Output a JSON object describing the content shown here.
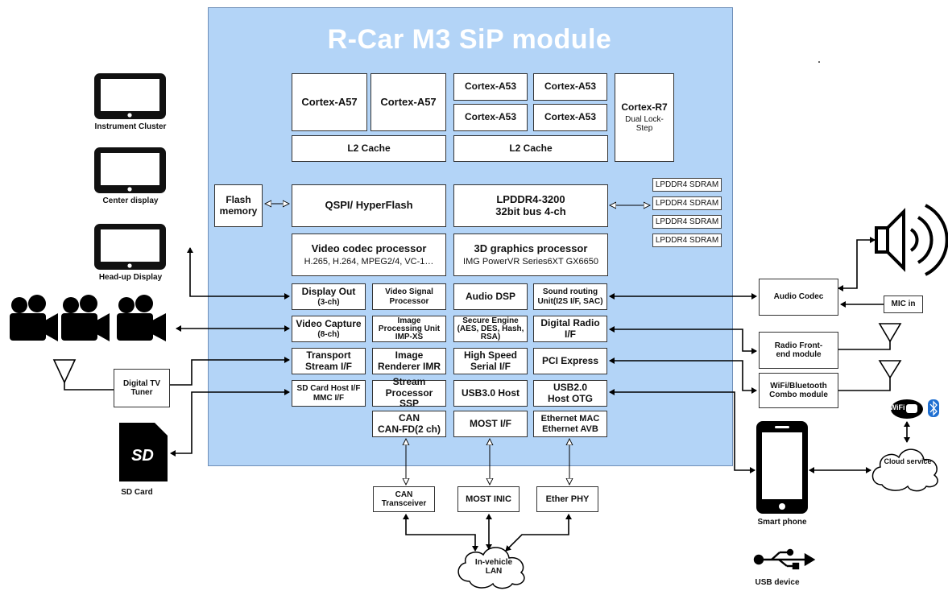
{
  "title": "R-Car M3 SiP module",
  "cpu": {
    "a57_1": "Cortex-A57",
    "a57_2": "Cortex-A57",
    "a53_1": "Cortex-A53",
    "a53_2": "Cortex-A53",
    "a53_3": "Cortex-A53",
    "a53_4": "Cortex-A53",
    "r7": "Cortex-R7",
    "r7_sub": "Dual Lock-Step",
    "l2_left": "L2 Cache",
    "l2_right": "L2 Cache"
  },
  "memory": {
    "flash": "Flash memory",
    "qspi": "QSPI/ HyperFlash",
    "lpddr_1": "LPDDR4-3200",
    "lpddr_2": "32bit bus 4-ch",
    "sdram": [
      "LPDDR4 SDRAM",
      "LPDDR4 SDRAM",
      "LPDDR4 SDRAM",
      "LPDDR4 SDRAM"
    ]
  },
  "processors": {
    "video_codec": "Video codec processor",
    "video_codec_sub": "H.265, H.264, MPEG2/4, VC-1…",
    "gfx": "3D graphics processor",
    "gfx_sub": "IMG PowerVR Series6XT GX6650"
  },
  "peripherals": {
    "display_out": "Display Out",
    "display_out_sub": "(3-ch)",
    "video_signal": "Video Signal Processor",
    "audio_dsp": "Audio DSP",
    "sound_routing": "Sound routing Unit(I2S I/F, SAC)",
    "video_capture": "Video Capture",
    "video_capture_sub": "(8-ch)",
    "imp": "Image Processing Unit IMP-XS",
    "secure": "Secure Engine (AES, DES, Hash, RSA)",
    "digital_radio": "Digital Radio I/F",
    "transport": "Transport Stream I/F",
    "imr": "Image Renderer IMR",
    "hs_serial": "High Speed Serial I/F",
    "pci": "PCI Express",
    "sd_host": "SD Card Host I/F MMC I/F",
    "ssp": "Stream Processor SSP",
    "usb3": "USB3.0 Host",
    "usb2": "USB2.0 Host OTG",
    "can_1": "CAN",
    "can_2": "CAN-FD(2 ch)",
    "most_if": "MOST I/F",
    "eth_1": "Ethernet MAC",
    "eth_2": "Ethernet AVB"
  },
  "external": {
    "can_transceiver": "CAN Transceiver",
    "most_inic": "MOST INIC",
    "ether_phy": "Ether PHY",
    "vehicle_lan": "In-vehicle LAN",
    "audio_codec": "Audio Codec",
    "mic_in": "MIC in",
    "radio_frontend": "Radio Front-end module",
    "wifi_bt": "WiFi/Bluetooth Combo module",
    "dtv_tuner": "Digital TV Tuner",
    "wifi_badge": "WiFi"
  },
  "devices": {
    "instrument_cluster": "Instrument Cluster",
    "center_display": "Center display",
    "hud": "Head-up Display",
    "sd_card": "SD Card",
    "sd_logo": "SD",
    "smartphone": "Smart phone",
    "cloud": "Cloud service",
    "usb_device": "USB device"
  },
  "colors": {
    "module_fill": "#b3d4f7",
    "module_title": "#ffffff",
    "bluetooth": "#1f6fd1"
  }
}
